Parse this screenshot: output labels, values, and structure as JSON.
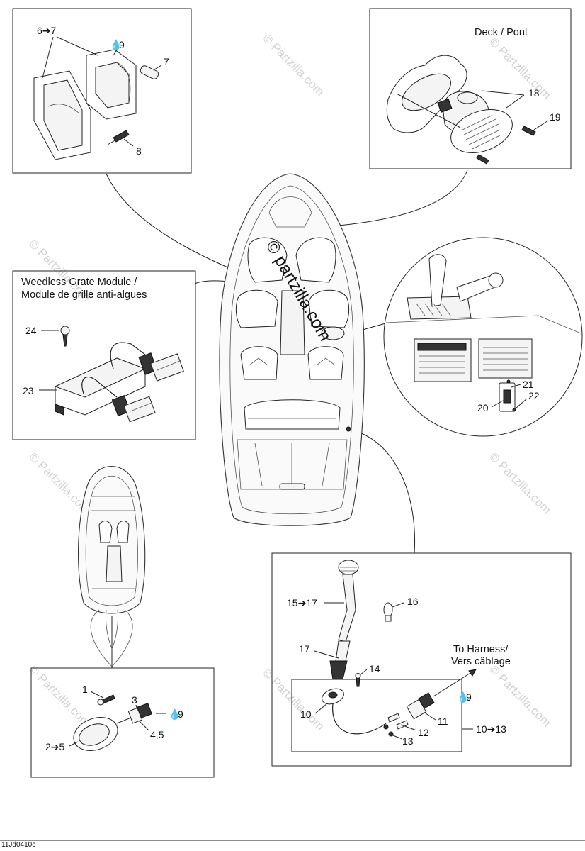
{
  "labels": {
    "p6to7": "6➔7",
    "p9a": "9",
    "p7": "7",
    "p8": "8",
    "deck": "Deck / Pont",
    "p18": "18",
    "p19": "19",
    "weedless_1": "Weedless Grate Module /",
    "weedless_2": "Module de grille anti-algues",
    "p24": "24",
    "p23": "23",
    "p21": "21",
    "p22": "22",
    "p20": "20",
    "p15to17": "15➔17",
    "p16": "16",
    "p17": "17",
    "p14": "14",
    "harness_1": "To Harness/",
    "harness_2": "Vers câblage",
    "p9b": "9",
    "p10": "10",
    "p11": "11",
    "p12": "12",
    "p13": "13",
    "p10to13": "10➔13",
    "p1": "1",
    "p3": "3",
    "p9c": "9",
    "p45": "4,5",
    "p2to5": "2➔5"
  },
  "watermark": {
    "main": "© partzilla.com",
    "small": "© Partzilla.com"
  },
  "footer": "11Jd0410c"
}
